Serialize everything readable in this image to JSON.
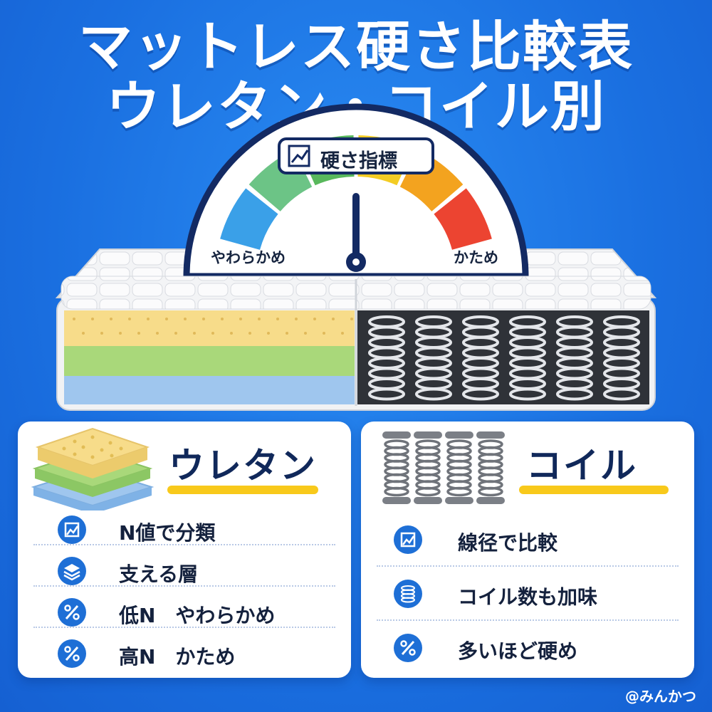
{
  "title": {
    "line1": "マットレス硬さ比較表",
    "line2": "ウレタン・コイル別"
  },
  "gauge": {
    "label": "硬さ指標",
    "soft_label": "やわらかめ",
    "hard_label": "かため",
    "needle_level_percent": 50,
    "segment_colors": [
      "#3aa0e8",
      "#6cc486",
      "#58b85c",
      "#f3cc24",
      "#f3a31f",
      "#ec4431"
    ]
  },
  "urethane": {
    "title": "ウレタン",
    "items": [
      {
        "icon": "chart-icon",
        "text": "N値で分類"
      },
      {
        "icon": "layers-icon",
        "text": "支える層"
      },
      {
        "icon": "percent-icon",
        "text": "低N　やわらかめ"
      },
      {
        "icon": "percent-icon",
        "text": "高N　かため"
      }
    ]
  },
  "coil": {
    "title": "コイル",
    "items": [
      {
        "icon": "chart-icon",
        "text": "線径で比較"
      },
      {
        "icon": "coil-icon",
        "text": "コイル数も加味"
      },
      {
        "icon": "percent-icon",
        "text": "多いほど硬め"
      }
    ]
  },
  "watermark": "@みんかつ",
  "colors": {
    "background": "#1a6fe0",
    "navy": "#10285a",
    "accent_yellow": "#f8c91b",
    "foam_yellow": "#f7dc8a",
    "foam_green": "#a9d87a",
    "foam_blue": "#9fc6ee"
  }
}
